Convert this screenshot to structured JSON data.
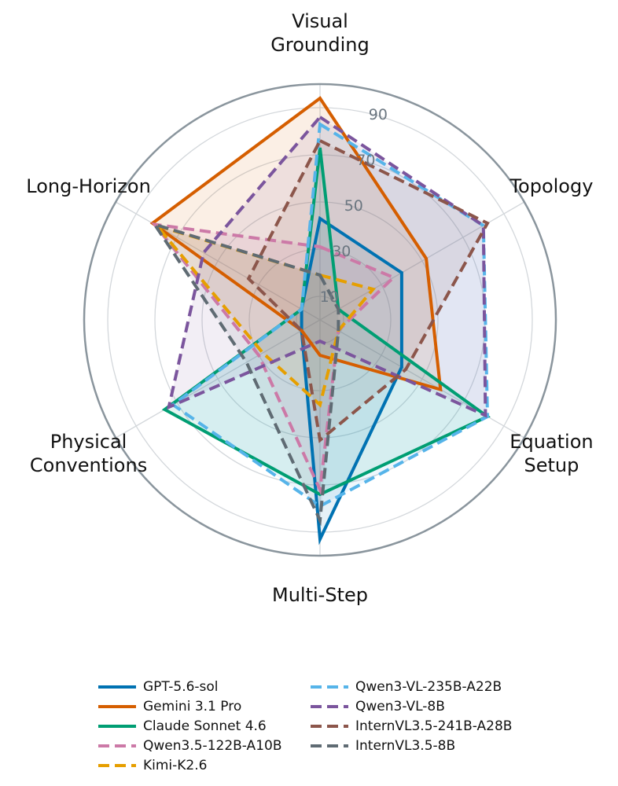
{
  "chart_data": {
    "type": "radar",
    "title": "",
    "axes": [
      "Visual Grounding",
      "Topology",
      "Equation Setup",
      "Multi-Step",
      "Physical Conventions",
      "Long-Horizon"
    ],
    "axis_label_lines": [
      [
        "Visual",
        "Grounding"
      ],
      [
        "Topology"
      ],
      [
        "Equation",
        "Setup"
      ],
      [
        "Multi-Step"
      ],
      [
        "Physical",
        "Conventions"
      ],
      [
        "Long-Horizon"
      ]
    ],
    "r_ticks": [
      10,
      30,
      50,
      70,
      90
    ],
    "r_range": [
      0,
      100
    ],
    "grid": true,
    "legend_position": "bottom",
    "series": [
      {
        "name": "GPT-5.6-sol",
        "color": "#0072B2",
        "dash": false,
        "values": [
          43,
          40,
          40,
          93,
          9,
          9
        ]
      },
      {
        "name": "Gemini 3.1 Pro",
        "color": "#D55E00",
        "dash": false,
        "values": [
          94,
          52,
          59,
          15,
          9,
          82
        ]
      },
      {
        "name": "Claude Sonnet 4.6",
        "color": "#009E73",
        "dash": false,
        "values": [
          73,
          9,
          82,
          74,
          76,
          9
        ]
      },
      {
        "name": "Qwen3.5-122B-A10B",
        "color": "#CC79A7",
        "dash": true,
        "values": [
          31,
          36,
          9,
          72,
          30,
          81
        ]
      },
      {
        "name": "Kimi-K2.6",
        "color": "#E69F00",
        "dash": true,
        "values": [
          19,
          26,
          9,
          36,
          28,
          80
        ]
      },
      {
        "name": "Qwen3-VL-235B-A22B",
        "color": "#56B4E9",
        "dash": true,
        "values": [
          83,
          80,
          82,
          79,
          72,
          9
        ]
      },
      {
        "name": "Qwen3-VL-8B",
        "color": "#7B559D",
        "dash": true,
        "values": [
          86,
          80,
          81,
          9,
          74,
          57
        ]
      },
      {
        "name": "InternVL3.5-241B-A28B",
        "color": "#8C564B",
        "dash": true,
        "values": [
          76,
          82,
          42,
          51,
          9,
          35
        ]
      },
      {
        "name": "InternVL3.5-8B",
        "color": "#5F6B73",
        "dash": true,
        "values": [
          19,
          9,
          9,
          85,
          36,
          81
        ]
      }
    ]
  }
}
